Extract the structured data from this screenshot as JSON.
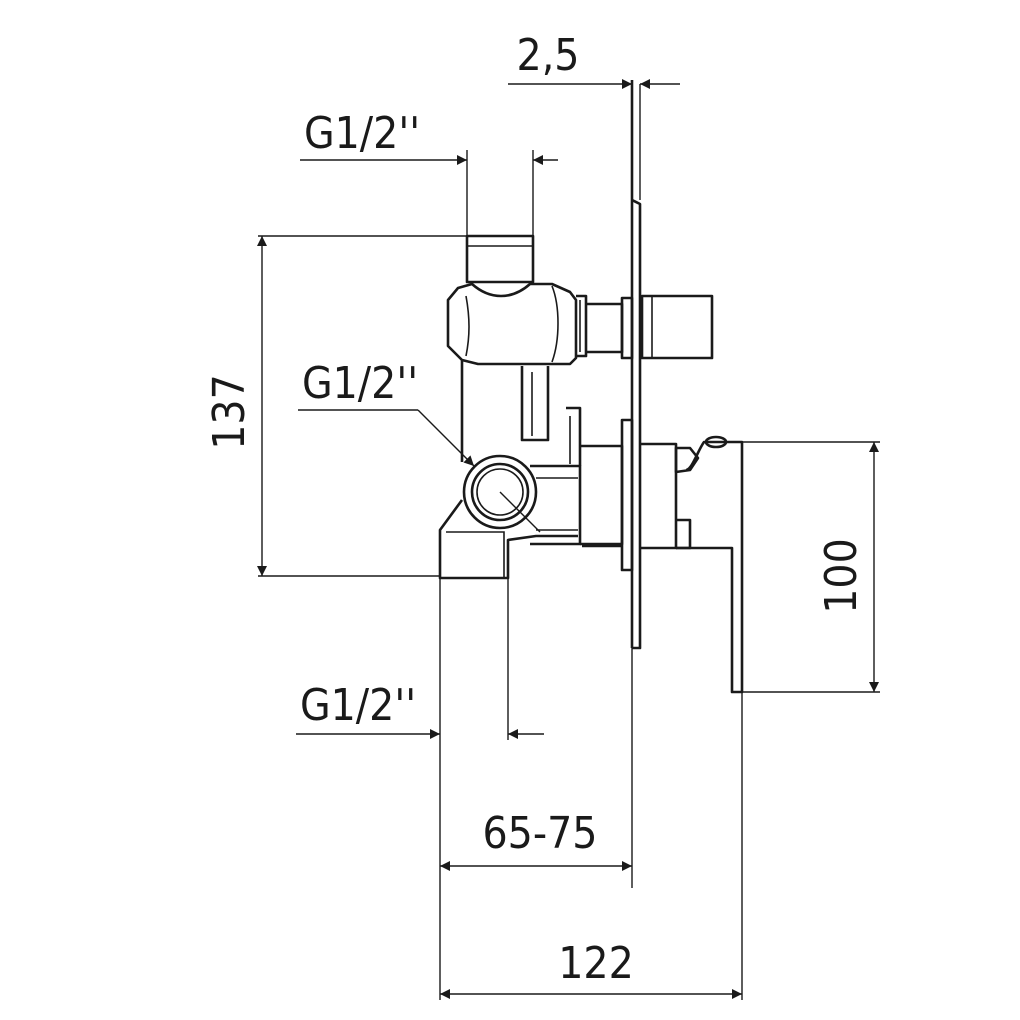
{
  "labels": {
    "plate_thickness": "2,5",
    "top_outlet_thread": "G1/2''",
    "side_inlet_thread": "G1/2''",
    "bottom_outlet_thread": "G1/2''",
    "total_height": "137",
    "lever_height": "100",
    "installation_depth": "65-75",
    "total_depth": "122"
  },
  "colors": {
    "line": "#1a1a1a",
    "background": "#ffffff"
  }
}
